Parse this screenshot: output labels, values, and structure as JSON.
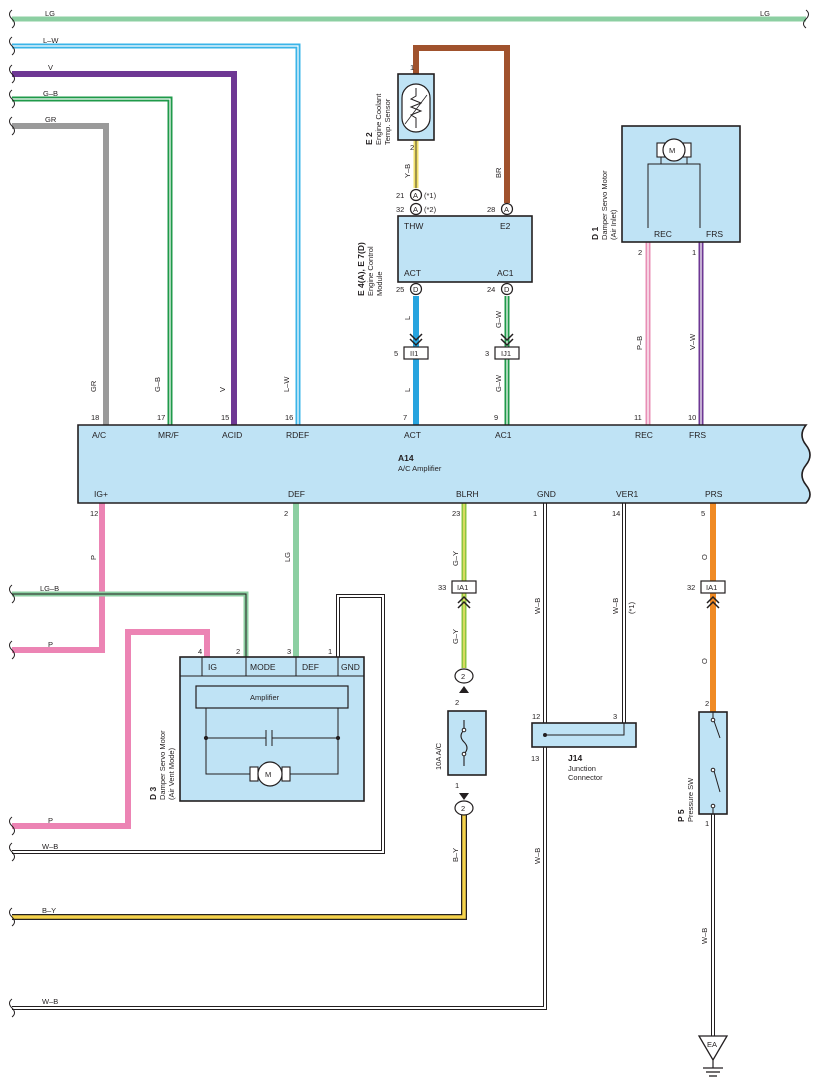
{
  "wires": {
    "lg_top_left": "LG",
    "lg_top_right": "LG",
    "lw_top": "L–W",
    "v_top": "V",
    "gb_top": "G–B",
    "gr_top": "GR",
    "gr_vert": "GR",
    "gb_vert": "G–B",
    "v_vert": "V",
    "lw_vert": "L–W",
    "yb_sensor": "Y–B",
    "br_sensor": "BR",
    "l_upper": "L",
    "l_lower": "L",
    "gw_upper": "G–W",
    "gw_lower": "G–W",
    "pb_vert": "P–B",
    "vw_vert": "V–W",
    "p_ig": "P",
    "lg_def": "LG",
    "gy_upper": "G–Y",
    "gy_lower": "G–Y",
    "by_fuse": "B–Y",
    "wb_gnd1": "W–B",
    "wb_gnd2": "W–B",
    "wb_ver1": "W–B",
    "ver1_note": "(*1)",
    "o_upper": "O",
    "o_lower": "O",
    "wb_prs": "W–B",
    "lgb_left": "LG–B",
    "p_left1": "P",
    "p_left2": "P",
    "wb_left1": "W–B",
    "by_left": "B–Y",
    "wb_left2": "W–B"
  },
  "components": {
    "e2": {
      "code": "E 2",
      "name1": "Engine Coolant",
      "name2": "Temp. Sensor",
      "pin1": "1",
      "pin2": "2"
    },
    "ecm": {
      "code": "E 4(A), E 7(D)",
      "name1": "Engine Control",
      "name2": "Module",
      "thw": "THW",
      "e2": "E2",
      "act": "ACT",
      "ac1": "AC1",
      "pin21": "21",
      "pin32": "32",
      "pin28": "28",
      "pin25": "25",
      "pin24": "24",
      "conn_a": "A",
      "conn_d": "D",
      "note1": "(*1)",
      "note2": "(*2)"
    },
    "d1": {
      "code": "D 1",
      "name1": "Damper Servo Motor",
      "name2": "(Air Inlet)",
      "rec": "REC",
      "frs": "FRS",
      "pin2": "2",
      "pin1": "1",
      "motor": "M"
    },
    "a14": {
      "code": "A14",
      "name": "A/C Amplifier",
      "top_pins": [
        "18",
        "17",
        "15",
        "16",
        "7",
        "9",
        "11",
        "10"
      ],
      "top_labels": [
        "A/C",
        "MR/F",
        "ACID",
        "RDEF",
        "ACT",
        "AC1",
        "REC",
        "FRS"
      ],
      "bottom_pins": [
        "12",
        "2",
        "23",
        "1",
        "14",
        "5"
      ],
      "bottom_labels": [
        "IG+",
        "DEF",
        "BLRH",
        "GND",
        "VER1",
        "PRS"
      ]
    },
    "ii1": {
      "label": "II1",
      "pin": "5"
    },
    "ij1": {
      "label": "IJ1",
      "pin": "3"
    },
    "ia1_left": {
      "label": "IA1",
      "pin": "33"
    },
    "ia1_right": {
      "label": "IA1",
      "pin": "32"
    },
    "d3": {
      "code": "D 3",
      "name1": "Damper Servo Motor",
      "name2": "(Air Vent Mode)",
      "ig": "IG",
      "mode": "MODE",
      "def": "DEF",
      "gnd": "GND",
      "amplifier": "Amplifier",
      "pin4": "4",
      "pin2": "2",
      "pin3": "3",
      "pin1": "1",
      "motor": "M"
    },
    "fuse": {
      "label": "10A A/C",
      "pin2": "2",
      "pin1": "1",
      "conn_top": "2",
      "conn_bot": "2"
    },
    "j14": {
      "code": "J14",
      "name1": "Junction",
      "name2": "Connector",
      "pin12": "12",
      "pin3": "3",
      "pin13": "13"
    },
    "p5": {
      "code": "P 5",
      "name": "Pressure SW",
      "pin2": "2",
      "pin1": "1"
    },
    "ground": {
      "label": "EA"
    }
  },
  "colors": {
    "lg": "#8ccfa2",
    "lw": "#3ab4e8",
    "v": "#6e3894",
    "gb": "#1f9a4a",
    "gr": "#9a9a9a",
    "br": "#a0522d",
    "yb": "#f1e16b",
    "l": "#27a4df",
    "gw": "#1f9a4a",
    "pb": "#e88fb6",
    "vw": "#6e3894",
    "p": "#ec84b4",
    "gy": "#8cc63f",
    "by": "#f4d24b",
    "o": "#f08a24",
    "wb": "#231f20",
    "box": "#bfe3f5"
  }
}
